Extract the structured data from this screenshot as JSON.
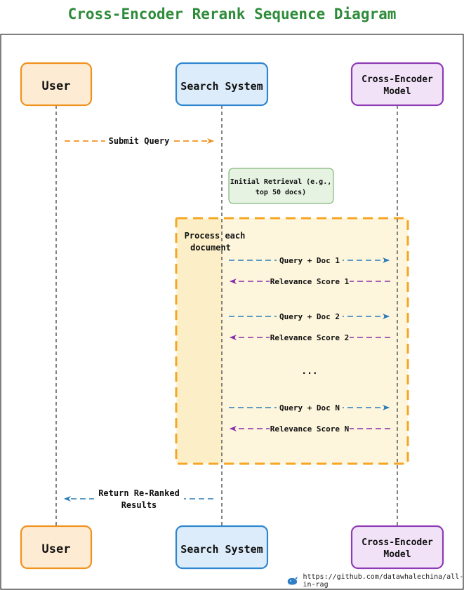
{
  "title": "Cross-Encoder Rerank Sequence Diagram",
  "participants": {
    "user": "User",
    "search": "Search System",
    "model_line1": "Cross-Encoder",
    "model_line2": "Model"
  },
  "messages": {
    "submit_query": "Submit Query",
    "initial_retrieval_line1": "Initial Retrieval (e.g.,",
    "initial_retrieval_line2": "top 50 docs)",
    "loop_label_line1": "Process each",
    "loop_label_line2": "document",
    "query_doc_1": "Query + Doc 1",
    "score_1": "Relevance Score 1",
    "query_doc_2": "Query + Doc 2",
    "score_2": "Relevance Score 2",
    "ellipsis": "...",
    "query_doc_n": "Query + Doc N",
    "score_n": "Relevance Score N",
    "return_line1": "Return Re-Ranked",
    "return_line2": "Results"
  },
  "footer": {
    "url": "https://github.com/datawhalechina/all-in-rag"
  },
  "colors": {
    "title": "#2e8b3a",
    "user_border": "#f0921e",
    "user_fill": "#fdebd3",
    "search_border": "#2f86cf",
    "search_fill": "#dcecfb",
    "model_border": "#8e3cb5",
    "model_fill": "#f2e2f8",
    "request_arrow": "#2a7cb8",
    "response_arrow": "#8b2fa8",
    "submit_arrow": "#f0921e",
    "loop_border": "#f5a623",
    "loop_fill": "#fdf5dc",
    "note_fill": "#e6f3e2",
    "note_border": "#6aa85f"
  }
}
